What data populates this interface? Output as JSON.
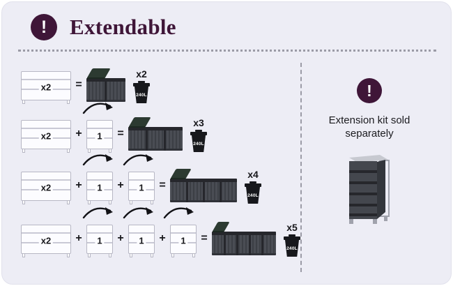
{
  "header": {
    "icon_glyph": "!",
    "title": "Extendable"
  },
  "symbols": {
    "plus": "+",
    "equals": "="
  },
  "rows": [
    {
      "base_label": "x2",
      "adds": [],
      "result_count": "x2",
      "bin_capacity": "240L"
    },
    {
      "base_label": "x2",
      "adds": [
        "1"
      ],
      "result_count": "x3",
      "bin_capacity": "240L"
    },
    {
      "base_label": "x2",
      "adds": [
        "1",
        "1"
      ],
      "result_count": "x4",
      "bin_capacity": "240L"
    },
    {
      "base_label": "x2",
      "adds": [
        "1",
        "1",
        "1"
      ],
      "result_count": "x5",
      "bin_capacity": "240L"
    }
  ],
  "side_panel": {
    "icon_glyph": "!",
    "note": "Extension kit sold separately"
  },
  "colors": {
    "accent": "#3F1638",
    "card_bg": "#EDEDF5",
    "unit_dark": "#3C3F45",
    "lid_green": "#2C3A31",
    "bin_black": "#17181C"
  }
}
